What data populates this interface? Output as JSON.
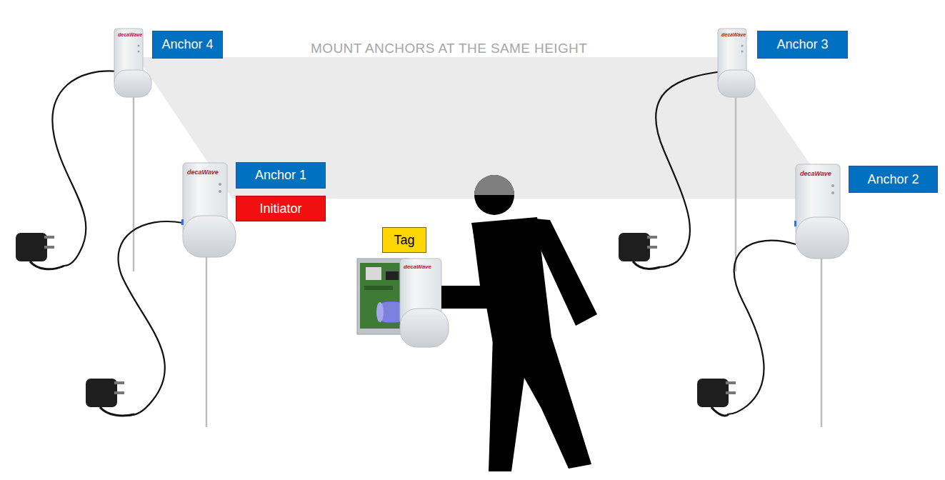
{
  "diagram": {
    "nodes": [
      {
        "text": [
          "Anchor 4"
        ]
      },
      {
        "text": [
          "Anchor 3"
        ]
      },
      {
        "text": [
          "Anchor 1"
        ]
      },
      {
        "text": [
          "Initiator"
        ]
      },
      {
        "text": [
          "Anchor 2"
        ]
      },
      {
        "text": [
          "Tag"
        ]
      }
    ],
    "labels": [
      "MOUNT ANCHORS AT THE SAME HEIGHT",
      "decaWave",
      "decaWave",
      "decaWave",
      "decaWave",
      "decaWave"
    ]
  }
}
